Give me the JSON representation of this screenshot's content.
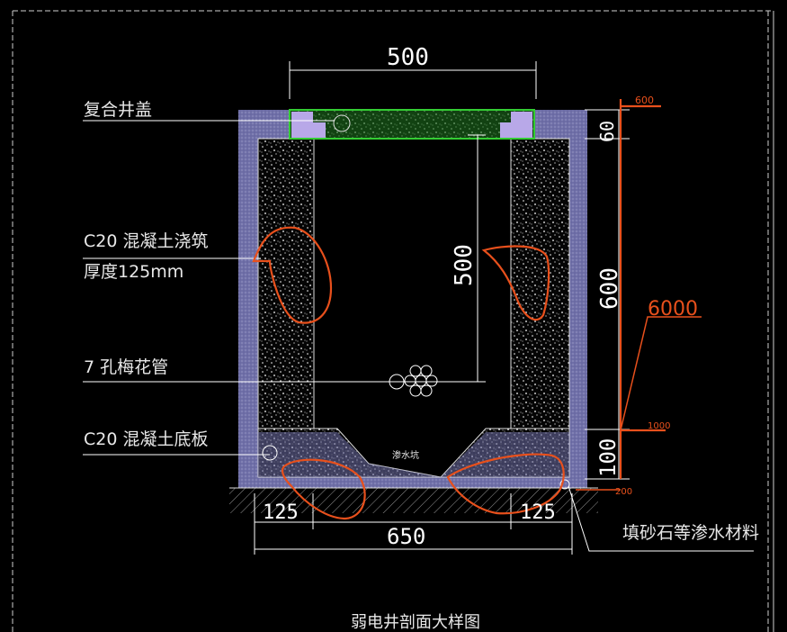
{
  "labels": {
    "cover": "复合井盖",
    "wall_concrete_1": "C20 混凝土浇筑",
    "wall_concrete_2": "厚度125mm",
    "pipe": "7 孔梅花管",
    "base": "C20 混凝土底板",
    "pit": "渗水坑",
    "fill": "填砂石等渗水材料",
    "title": "弱电井剖面大样图"
  },
  "dimensions": {
    "top_width": "500",
    "inner_height": "500",
    "cover_thickness": "60",
    "total_height": "600",
    "base_thickness": "100",
    "left_wall": "125",
    "right_wall": "125",
    "bottom_width": "650"
  },
  "annotations": {
    "small_600": "600",
    "big_6000": "6000",
    "small_1000": "1000",
    "small_200": "200"
  },
  "colors": {
    "background": "#000000",
    "line": "#ffffff",
    "concrete": "#6f6fa8",
    "cover": "#33cc33",
    "annotation": "#e8501c"
  }
}
